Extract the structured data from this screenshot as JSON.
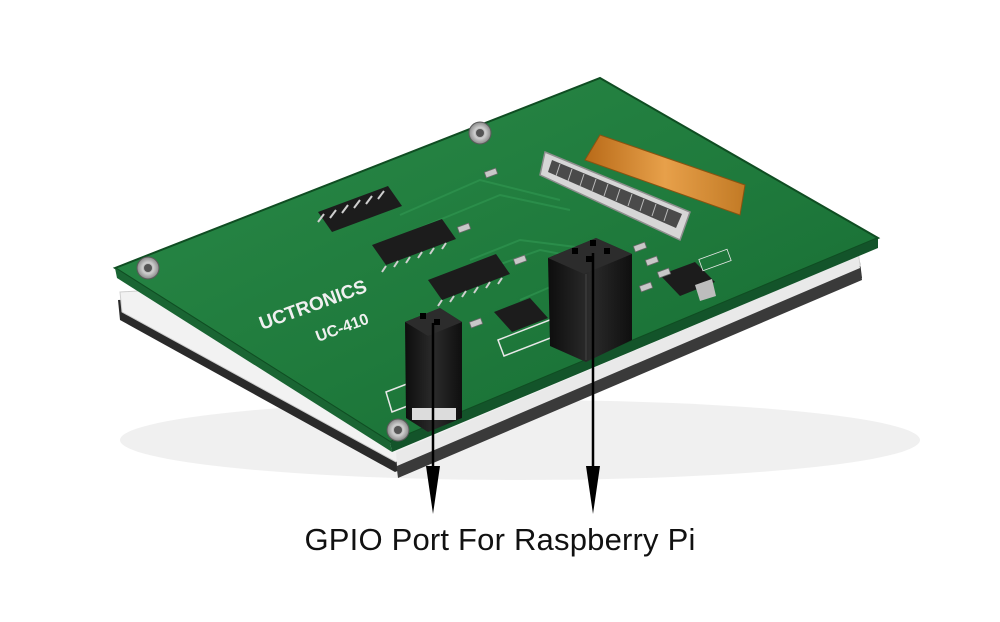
{
  "board": {
    "brand": "UCTRONICS",
    "model": "UC-410"
  },
  "caption": "GPIO Port For Raspberry Pi",
  "colors": {
    "pcb": "#1f7a3c",
    "pcb_dark": "#15592a",
    "chip": "#1c1c1c",
    "header": "#161616",
    "connector": "#c9c9c9",
    "flex_cable": "#d98a2b",
    "arrow": "#000000"
  },
  "icons": [
    "mounting-hole-icon",
    "arrow-down-icon"
  ]
}
